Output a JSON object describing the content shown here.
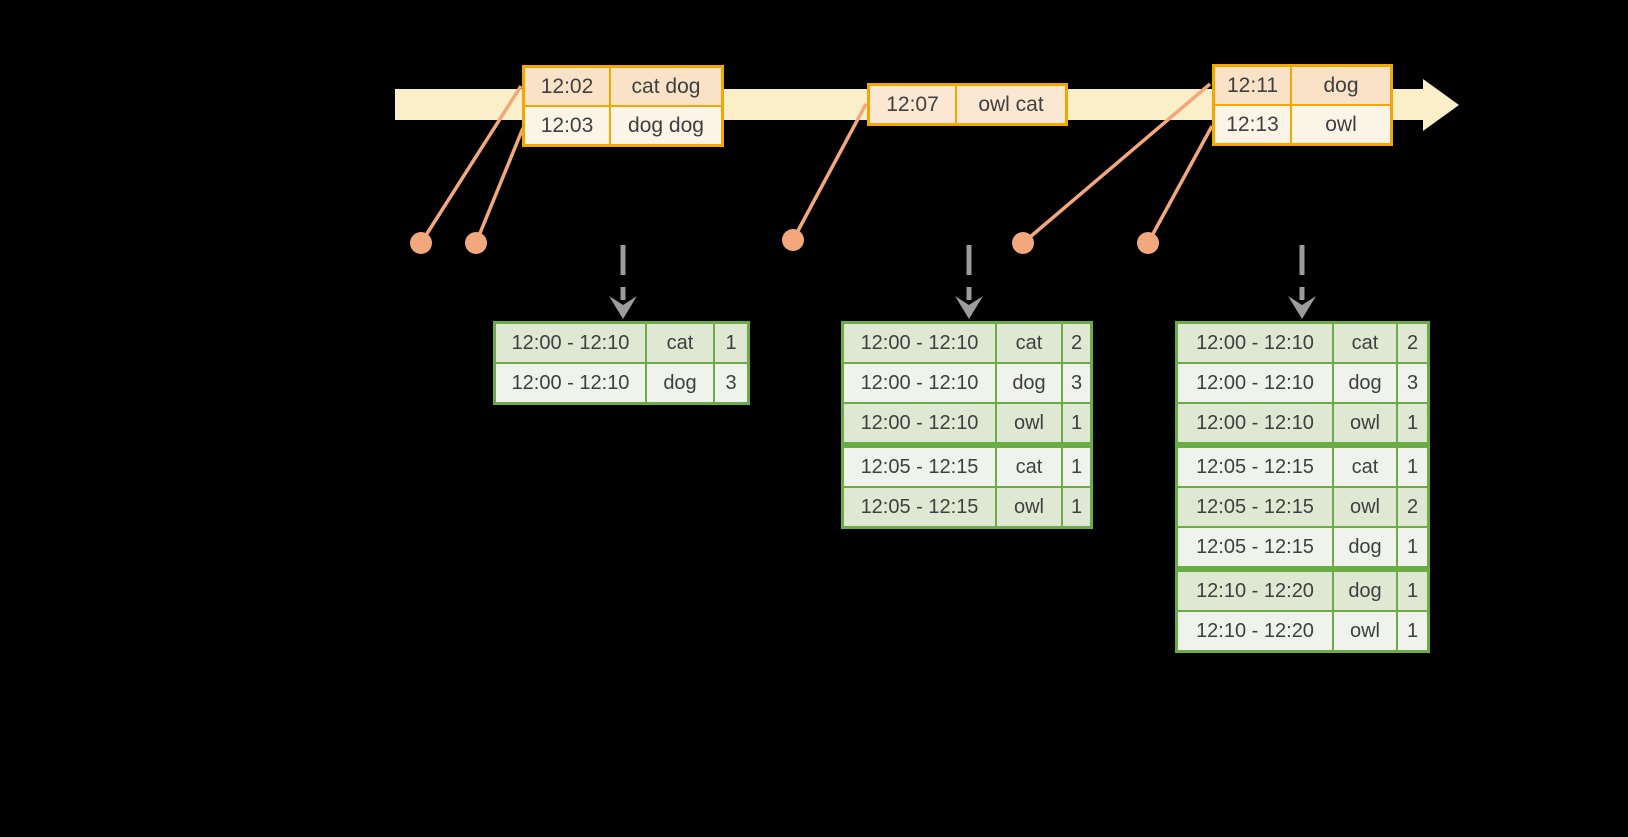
{
  "colors": {
    "bg": "#000000",
    "timeline_band": "#FBEFC9",
    "event_border": "#F3A702",
    "event_row_peach": "#F9E2C6",
    "event_row_cream": "#FDF4E8",
    "dot_salmon": "#F2A87C",
    "trigger_gray": "#9C9C9C",
    "result_border": "#6CAC45",
    "result_row_dark": "#DEE8D2",
    "result_row_light": "#F0F3EB",
    "text": "#3F3F3F"
  },
  "event_tables": {
    "t1": {
      "rows": [
        [
          "12:02",
          "cat dog"
        ],
        [
          "12:03",
          "dog dog"
        ]
      ]
    },
    "t2": {
      "rows": [
        [
          "12:07",
          "owl cat"
        ]
      ]
    },
    "t3": {
      "rows": [
        [
          "12:11",
          "dog"
        ],
        [
          "12:13",
          "owl"
        ]
      ]
    }
  },
  "result_tables": {
    "g1": {
      "rows": [
        [
          "12:00 - 12:10",
          "cat",
          "1"
        ],
        [
          "12:00 - 12:10",
          "dog",
          "3"
        ]
      ]
    },
    "g2": {
      "rows": [
        [
          "12:00 - 12:10",
          "cat",
          "2"
        ],
        [
          "12:00 - 12:10",
          "dog",
          "3"
        ],
        [
          "12:00 - 12:10",
          "owl",
          "1"
        ],
        [
          "12:05 - 12:15",
          "cat",
          "1"
        ],
        [
          "12:05 - 12:15",
          "owl",
          "1"
        ]
      ]
    },
    "g3": {
      "rows": [
        [
          "12:00 - 12:10",
          "cat",
          "2"
        ],
        [
          "12:00 - 12:10",
          "dog",
          "3"
        ],
        [
          "12:00 - 12:10",
          "owl",
          "1"
        ],
        [
          "12:05 - 12:15",
          "cat",
          "1"
        ],
        [
          "12:05 - 12:15",
          "owl",
          "2"
        ],
        [
          "12:05 - 12:15",
          "dog",
          "1"
        ],
        [
          "12:10 - 12:20",
          "dog",
          "1"
        ],
        [
          "12:10 - 12:20",
          "owl",
          "1"
        ]
      ]
    }
  }
}
